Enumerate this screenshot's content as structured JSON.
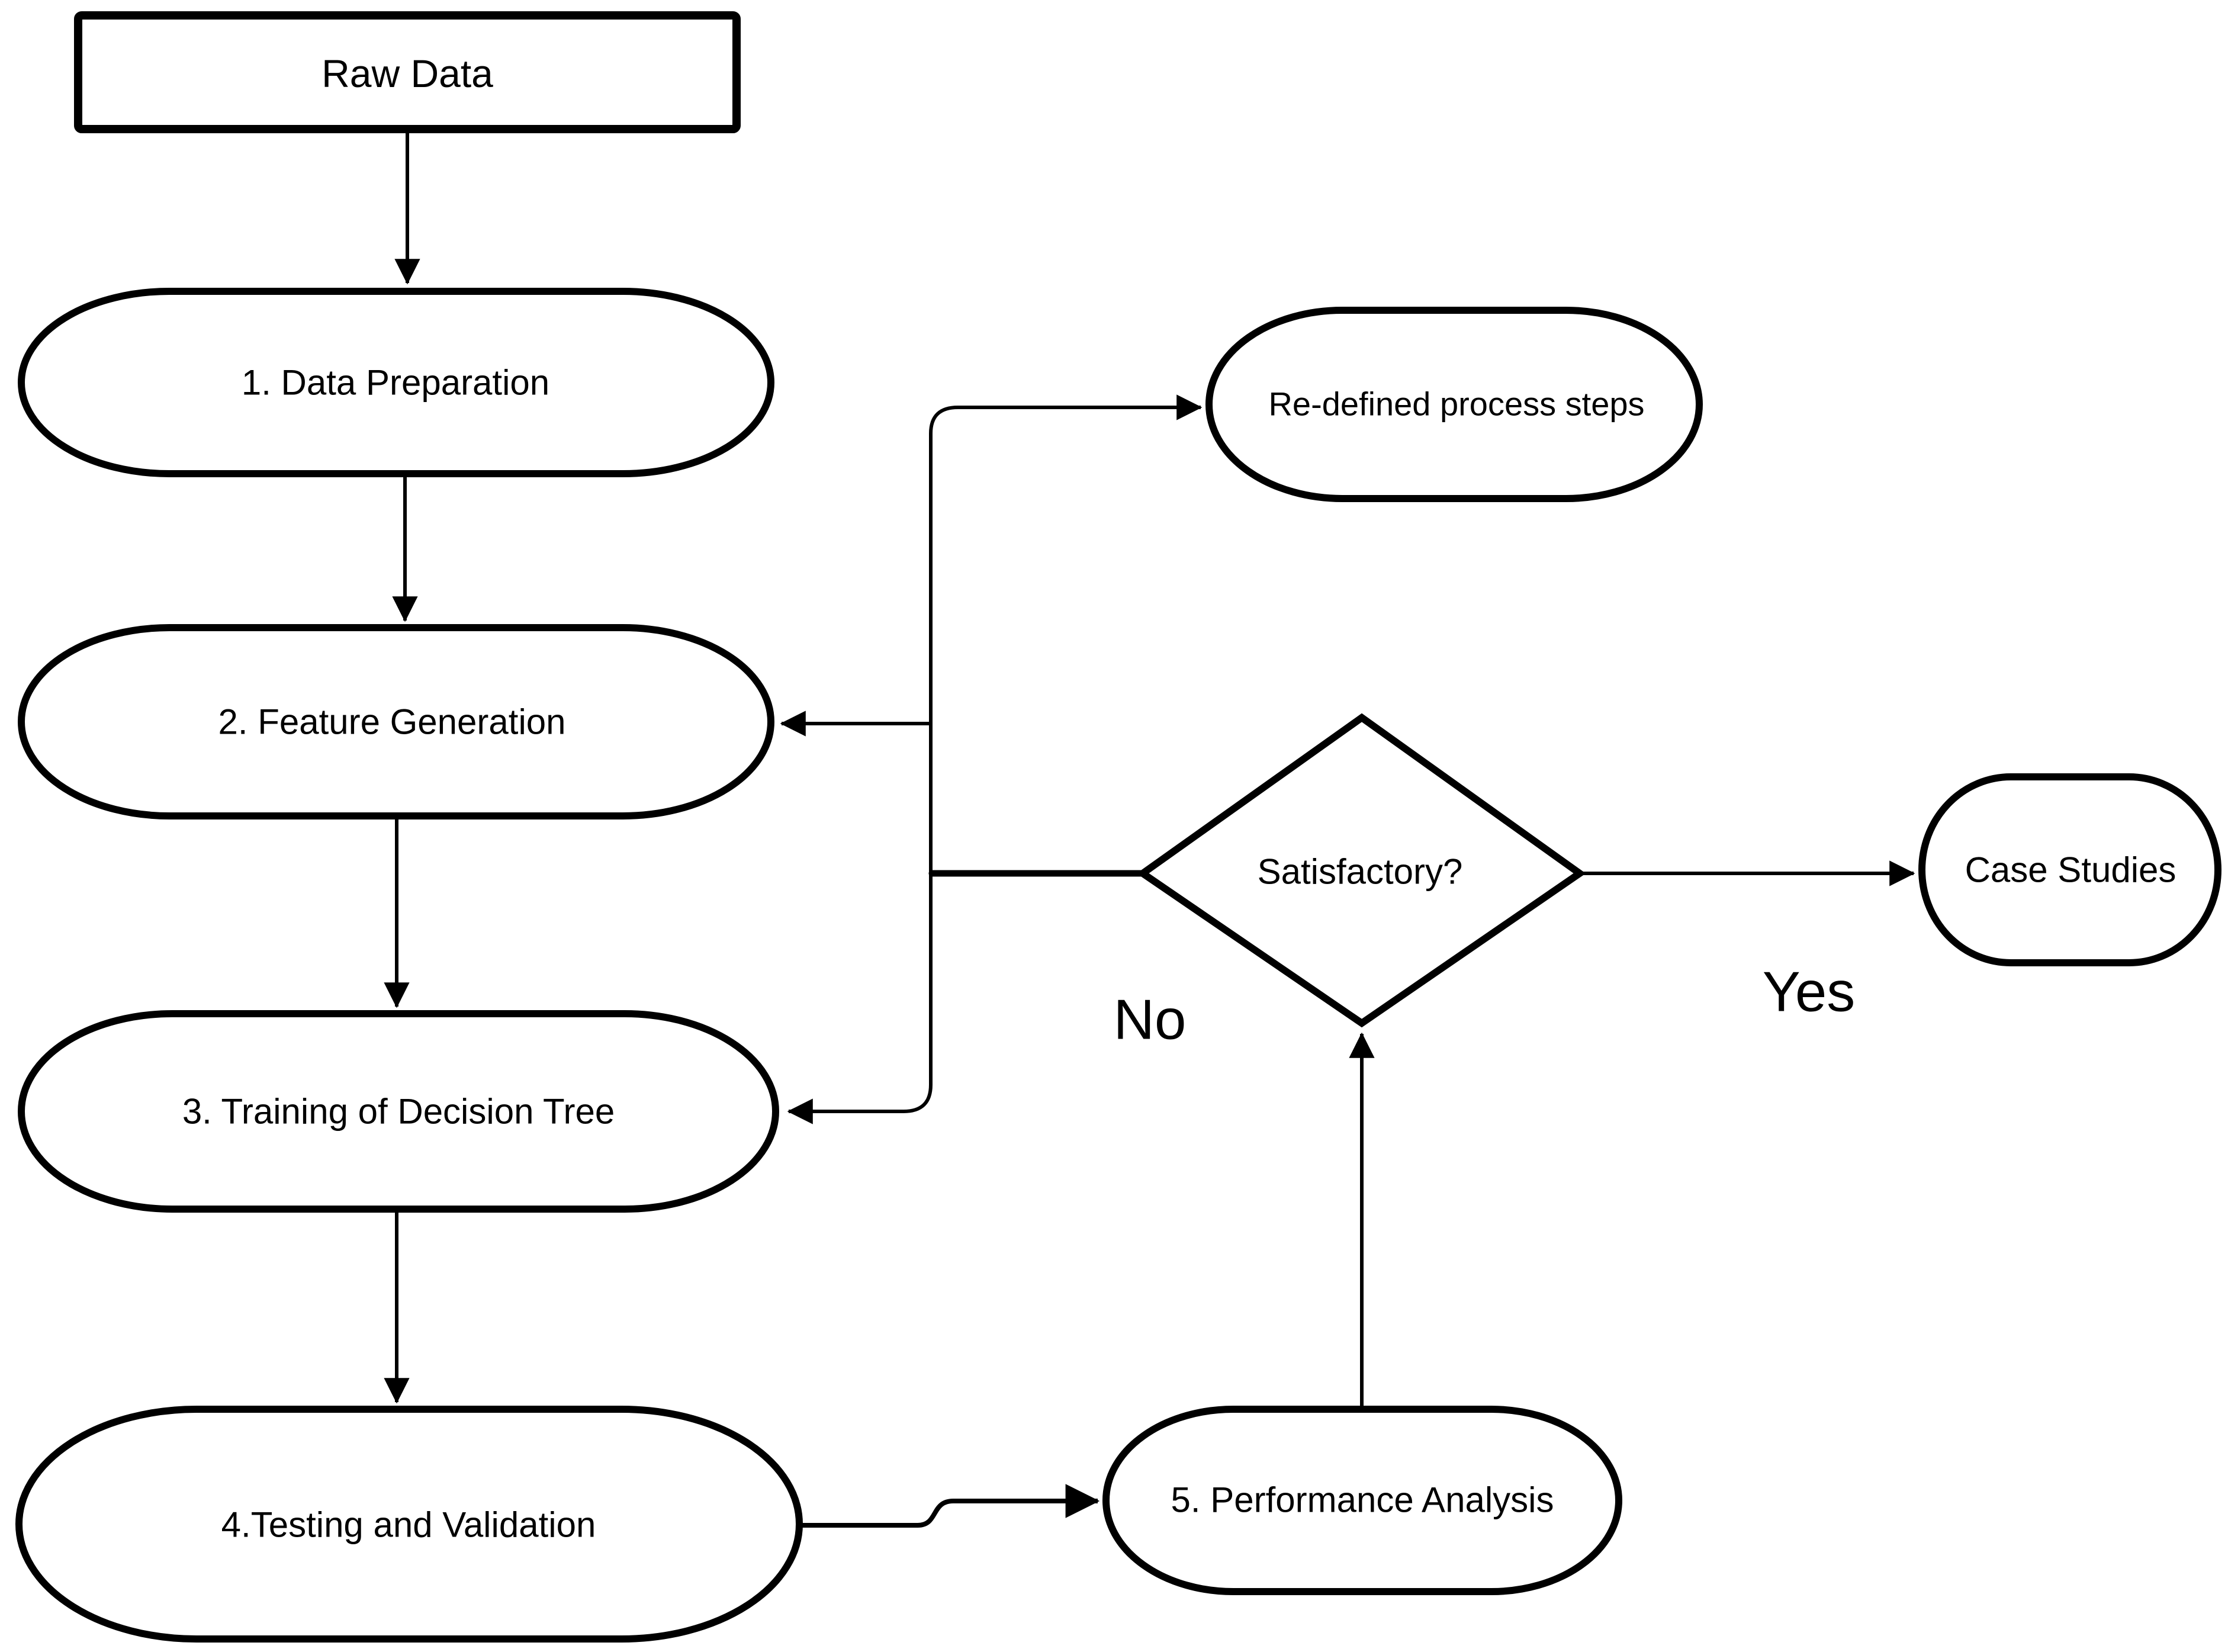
{
  "page": {
    "type": "flowchart",
    "background": "#ffffff"
  },
  "colors": {
    "shape_fill": "#ffffff",
    "shape_stroke": "#000000",
    "text": "#000000"
  },
  "nodes": {
    "raw_data": {
      "label": "Raw Data",
      "shape": "rectangle"
    },
    "data_preparation": {
      "label": "1. Data Preparation",
      "shape": "stadium"
    },
    "feature_generation": {
      "label": "2. Feature Generation",
      "shape": "stadium"
    },
    "training_decision_tree": {
      "label": "3. Training of Decision Tree",
      "shape": "stadium"
    },
    "testing_validation": {
      "label": "4.Testing and Validation",
      "shape": "stadium"
    },
    "performance_analysis": {
      "label": "5. Performance Analysis",
      "shape": "stadium"
    },
    "satisfactory": {
      "label": "Satisfactory?",
      "shape": "diamond"
    },
    "re_defined": {
      "label": "Re-defined process steps",
      "shape": "stadium"
    },
    "case_studies": {
      "label": "Case Studies",
      "shape": "rounded-rectangle"
    }
  },
  "edge_labels": {
    "no": "No",
    "yes": "Yes"
  },
  "edges": [
    {
      "from": "raw_data",
      "to": "data_preparation"
    },
    {
      "from": "data_preparation",
      "to": "feature_generation"
    },
    {
      "from": "feature_generation",
      "to": "training_decision_tree"
    },
    {
      "from": "training_decision_tree",
      "to": "testing_validation"
    },
    {
      "from": "testing_validation",
      "to": "performance_analysis"
    },
    {
      "from": "performance_analysis",
      "to": "satisfactory"
    },
    {
      "from": "satisfactory",
      "to": "case_studies",
      "label": "Yes"
    },
    {
      "from": "satisfactory",
      "to": "re_defined",
      "label": "No"
    },
    {
      "from": "satisfactory",
      "to": "feature_generation",
      "label": "No"
    },
    {
      "from": "satisfactory",
      "to": "training_decision_tree",
      "label": "No"
    }
  ]
}
